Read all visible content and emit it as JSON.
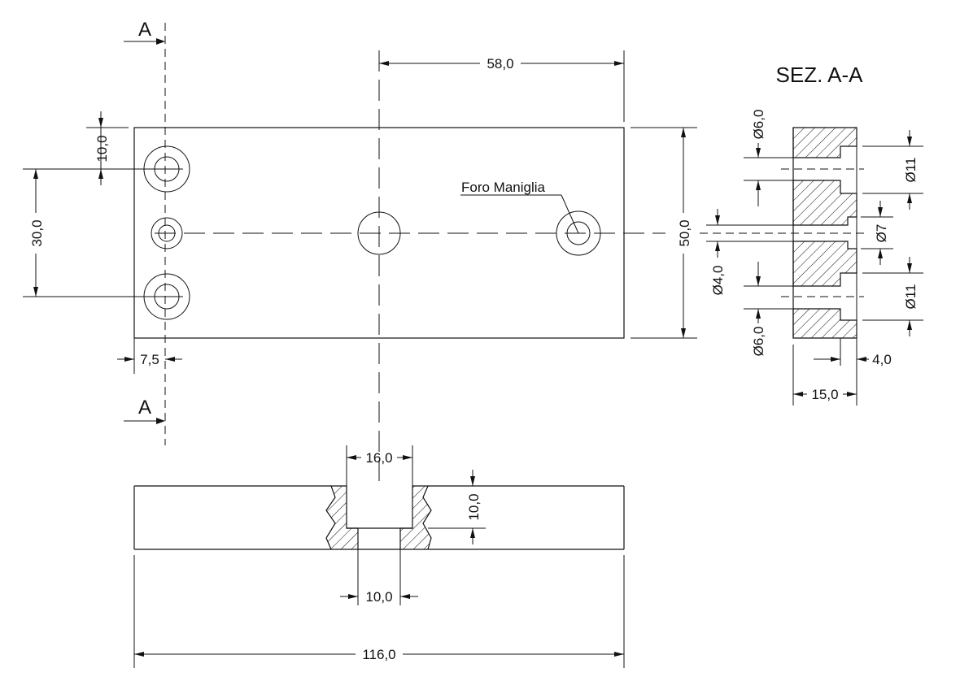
{
  "section_markers": {
    "top": "A",
    "bottom": "A"
  },
  "section_title": "SEZ. A-A",
  "callout": "Foro Maniglia",
  "dims": {
    "d58": "58,0",
    "d10_left": "10,0",
    "d30": "30,0",
    "d7_5": "7,5",
    "d50": "50,0",
    "d16": "16,0",
    "d10_bottom_v": "10,0",
    "d10_bottom_h": "10,0",
    "d116": "116,0",
    "phi6_top": "Ø6,0",
    "phi11_top": "Ø11",
    "phi7": "Ø7",
    "phi4": "Ø4,0",
    "phi11_bottom": "Ø11",
    "phi6_bottom": "Ø6,0",
    "d4": "4,0",
    "d15": "15,0"
  }
}
